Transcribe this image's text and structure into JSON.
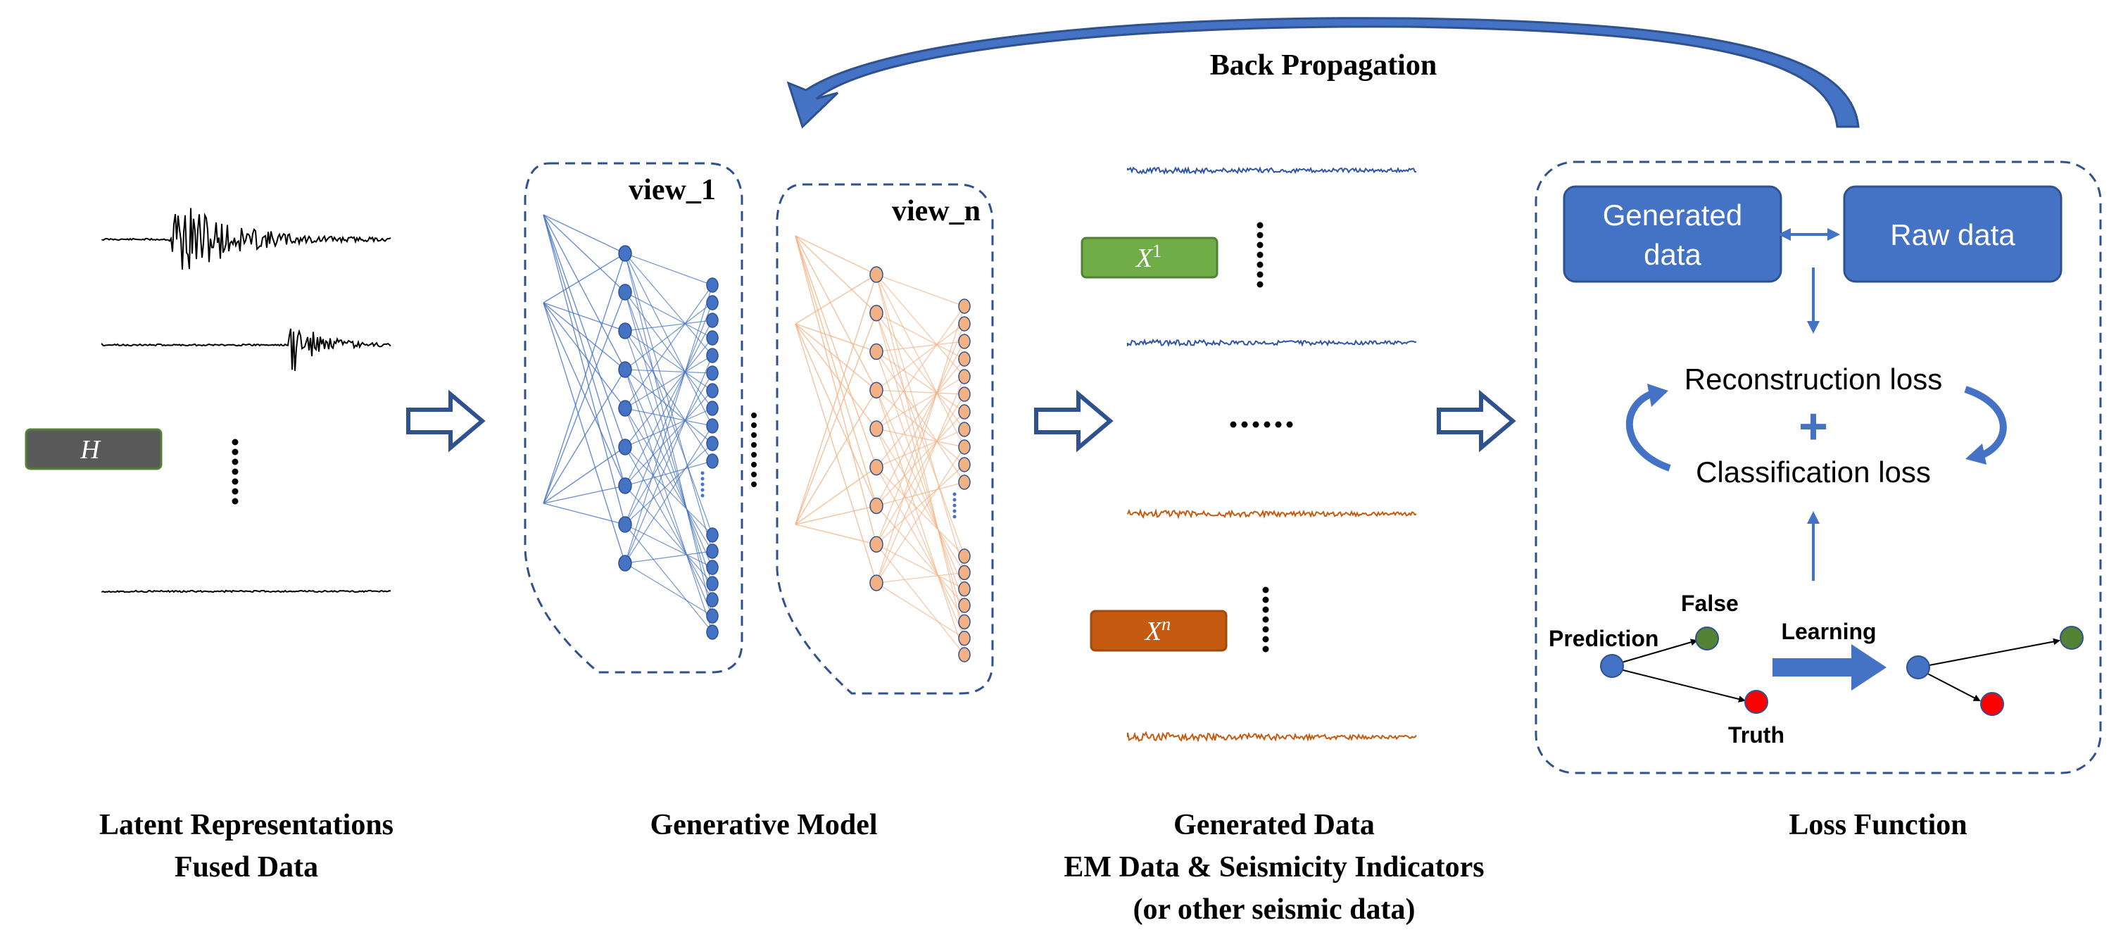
{
  "title": "Back Propagation",
  "sections": {
    "latent": {
      "line1": "Latent Representations",
      "line2": "Fused Data",
      "h_label": "H"
    },
    "generative": {
      "label": "Generative Model",
      "view1": "view_1",
      "viewn": "view_n"
    },
    "generated": {
      "line1": "Generated Data",
      "line2": "EM Data & Seismicity Indicators",
      "line3": "(or other seismic data)",
      "x1_base": "X",
      "x1_sup": "1",
      "xn_base": "X",
      "xn_sup": "n"
    },
    "loss": {
      "label": "Loss Function",
      "generated_data_l1": "Generated",
      "generated_data_l2": "data",
      "raw_data": "Raw data",
      "reconstruction_loss": "Reconstruction loss",
      "plus": "+",
      "classification_loss": "Classification loss",
      "prediction": "Prediction",
      "false": "False",
      "truth": "Truth",
      "learning": "Learning"
    }
  },
  "colors": {
    "blue": "#4472c4",
    "blue_dark": "#2f528f",
    "orange": "#ed7d31",
    "green_label": "#70ad47",
    "orange_label": "#c55a11",
    "gray_label": "#595959",
    "false_node": "#548235",
    "truth_node": "#ff0000",
    "waveform_black": "#000000",
    "waveform_blue": "#2f55a4",
    "waveform_orange": "#c55a11"
  }
}
